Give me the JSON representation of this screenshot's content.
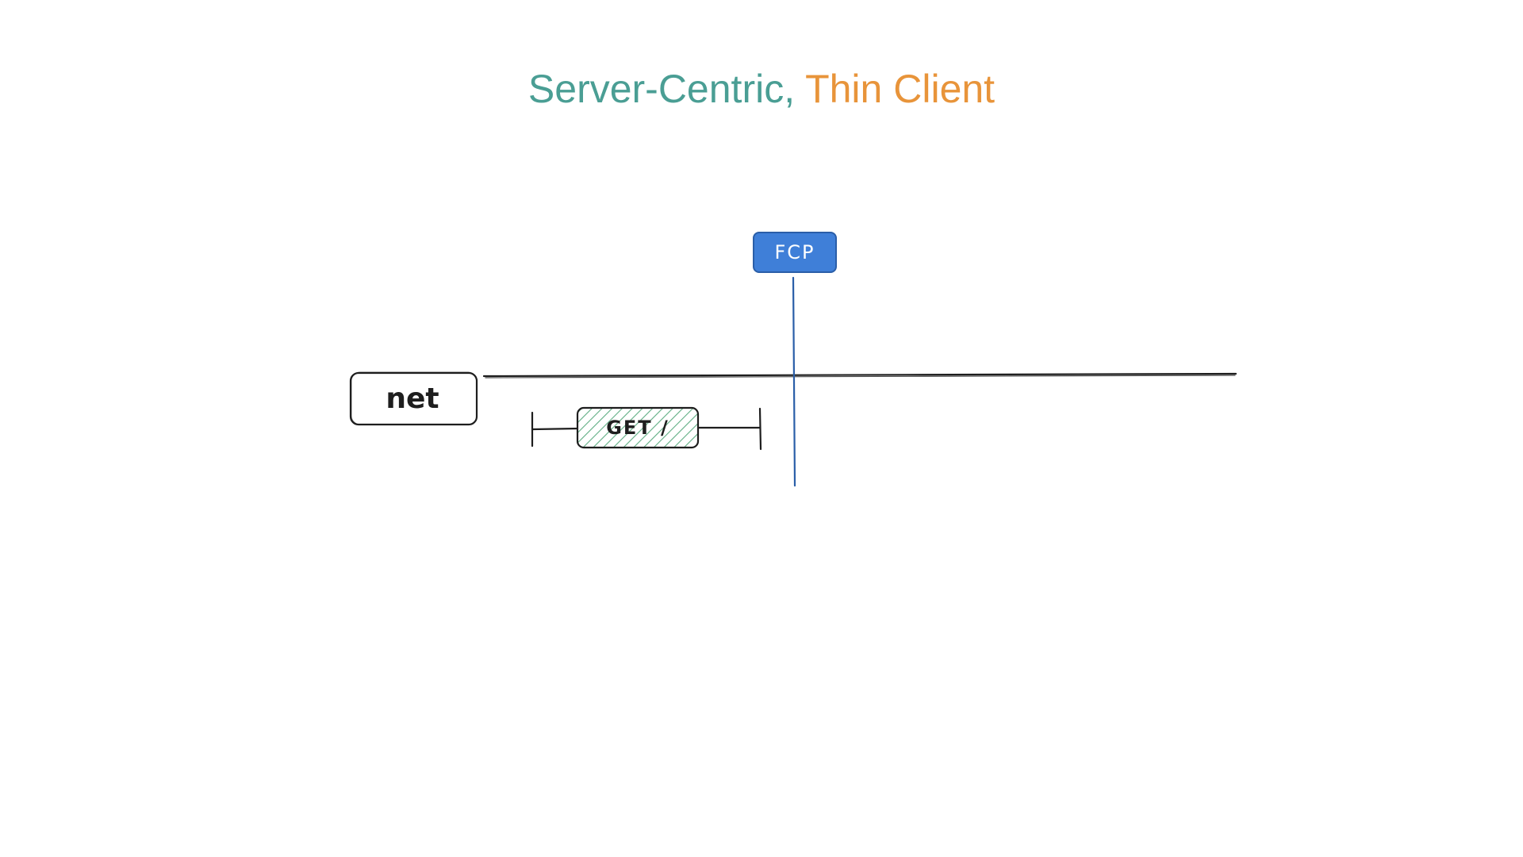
{
  "title": {
    "part_a": "Server-Centric,",
    "part_b": " Thin Client"
  },
  "lane": {
    "label": "net"
  },
  "request": {
    "label": "GET /"
  },
  "marker": {
    "label": "FCP"
  },
  "colors": {
    "title_part_a": "#4a9e94",
    "title_part_b": "#e8943a",
    "marker_fill": "#3f7fd8",
    "marker_line": "#2a5ea8",
    "request_hatch": "#5fae84"
  }
}
